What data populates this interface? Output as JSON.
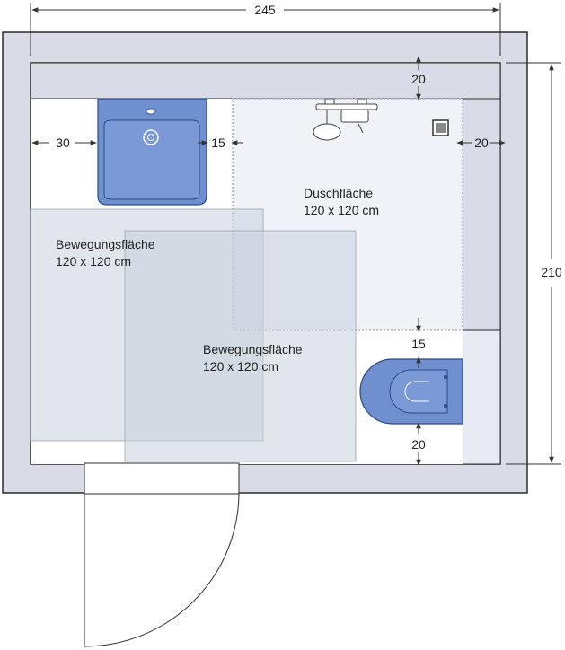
{
  "colors": {
    "wall": "#d9dce6",
    "wall_stroke": "#2b2b2b",
    "floor": "#ffffff",
    "shower_zone": "#f0f2f8",
    "move_zone": "#c7d2dc",
    "fixture_blue": "#6f8fcf",
    "fixture_stroke": "#2c4a8a",
    "dim_line": "#333333"
  },
  "dimensions": {
    "overall_width": "245",
    "overall_depth": "210",
    "wall_top": "20",
    "wall_right": "20",
    "basin_left": "30",
    "basin_right": "15",
    "wc_top": "15",
    "wc_bottom": "20"
  },
  "zones": {
    "shower": {
      "name": "Duschfläche",
      "size": "120 x 120 cm"
    },
    "movement_1": {
      "name": "Bewegungsfläche",
      "size": "120 x 120 cm"
    },
    "movement_2": {
      "name": "Bewegungsfläche",
      "size": "120 x 120 cm"
    }
  },
  "icons": [
    "washbasin-icon",
    "shower-head-icon",
    "floor-drain-icon",
    "toilet-icon",
    "door-icon"
  ]
}
